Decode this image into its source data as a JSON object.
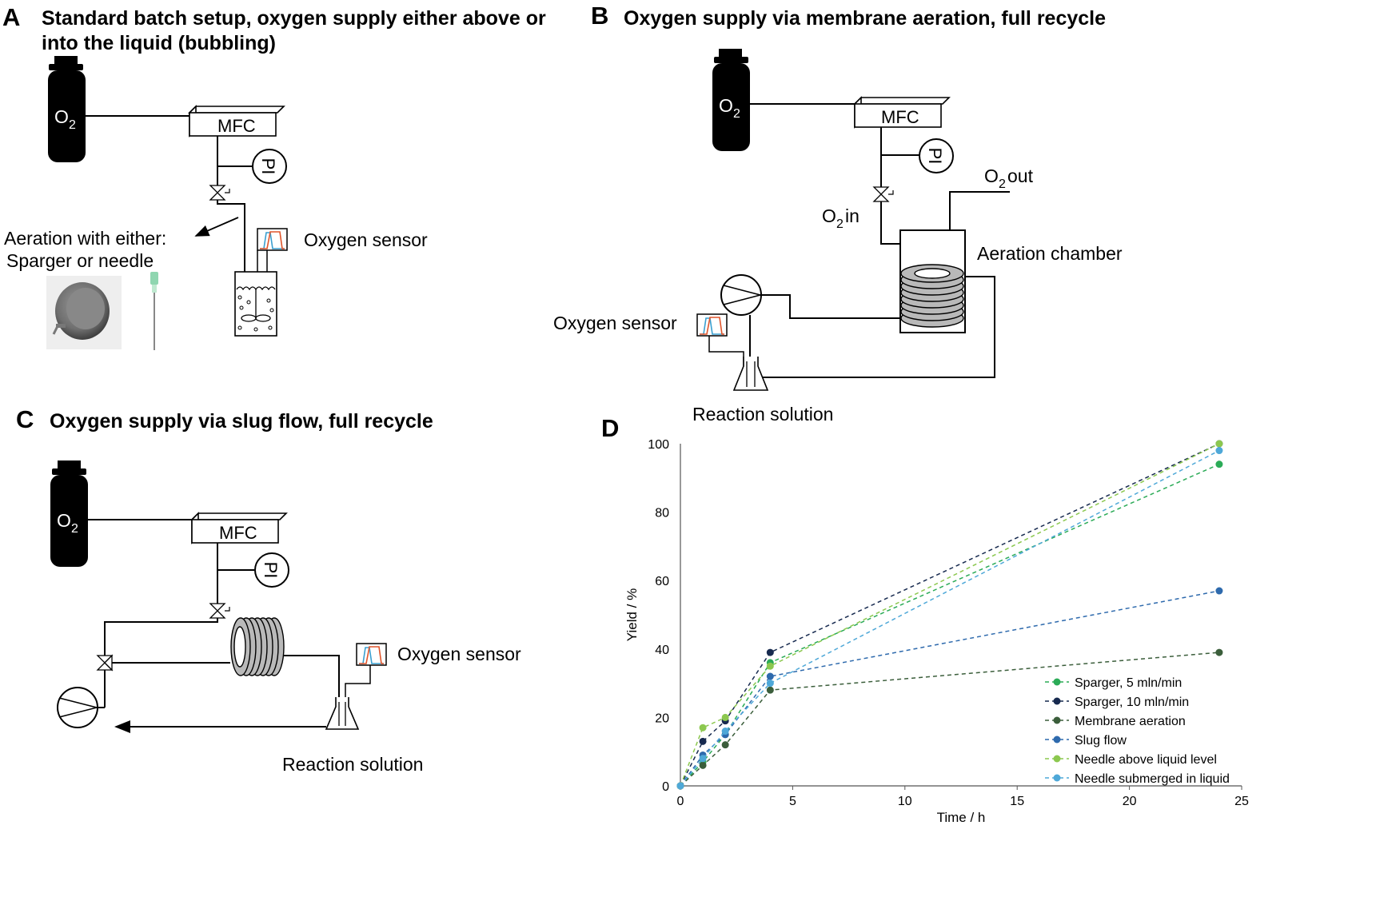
{
  "panels": {
    "A": {
      "letter": "A",
      "title_line1": "Standard batch setup, oxygen supply either above or",
      "title_line2": "into the liquid (bubbling)",
      "aeration_line1": "Aeration with either:",
      "aeration_line2": "Sparger  or  needle",
      "sensor_label": "Oxygen sensor"
    },
    "B": {
      "letter": "B",
      "title": "Oxygen supply via membrane aeration, full recycle",
      "o2_in": "O",
      "o2_in_sub": "2",
      "o2_in_suffix": " in",
      "o2_out": "O",
      "o2_out_sub": "2",
      "o2_out_suffix": " out",
      "chamber_label": "Aeration chamber",
      "sensor_label": "Oxygen sensor",
      "solution_label": "Reaction solution"
    },
    "C": {
      "letter": "C",
      "title": "Oxygen supply via slug flow, full recycle",
      "sensor_label": "Oxygen sensor",
      "solution_label": "Reaction solution"
    },
    "D": {
      "letter": "D"
    }
  },
  "common": {
    "cylinder_label": "O",
    "cylinder_sub": "2",
    "mfc_label": "MFC",
    "pi_label": "PI"
  },
  "colors": {
    "sensor_blue": "#3a9fd0",
    "sensor_red": "#e0552b",
    "membrane_gray": "#b9b9b9"
  },
  "chart_data": {
    "type": "line",
    "xlabel": "Time / h",
    "ylabel": "Yield / %",
    "xlim": [
      0,
      25
    ],
    "ylim": [
      0,
      100
    ],
    "xticks": [
      0,
      5,
      10,
      15,
      20,
      25
    ],
    "yticks": [
      0,
      20,
      40,
      60,
      80,
      100
    ],
    "grid": false,
    "legend_position": "bottom-right",
    "line_style": "dashed",
    "x": [
      0,
      1,
      2,
      4,
      24
    ],
    "series": [
      {
        "name": "Sparger, 5 mln/min",
        "color": "#2bab57",
        "values": [
          0,
          7,
          15,
          36,
          94
        ]
      },
      {
        "name": "Sparger, 10 mln/min",
        "color": "#172a4f",
        "values": [
          0,
          13,
          19,
          39,
          100
        ]
      },
      {
        "name": "Membrane aeration",
        "color": "#3b5e3b",
        "values": [
          0,
          6,
          12,
          28,
          39
        ]
      },
      {
        "name": "Slug flow",
        "color": "#2e6aad",
        "values": [
          0,
          9,
          15,
          32,
          57
        ]
      },
      {
        "name": "Needle above liquid level",
        "color": "#8cc84f",
        "values": [
          0,
          17,
          20,
          35,
          100
        ]
      },
      {
        "name": "Needle submerged in liquid",
        "color": "#4ea8d8",
        "values": [
          0,
          8,
          16,
          30,
          98
        ]
      }
    ]
  }
}
